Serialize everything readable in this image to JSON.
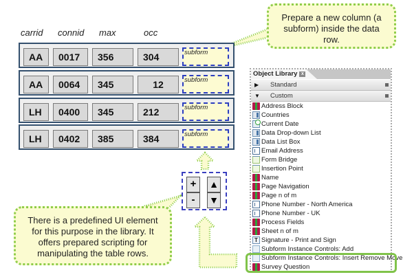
{
  "table": {
    "columns": [
      "carrid",
      "connid",
      "max",
      "occ"
    ],
    "rows": [
      {
        "carrid": "AA",
        "connid": "0017",
        "max": "356",
        "occ": "304",
        "subform_label": "subform"
      },
      {
        "carrid": "AA",
        "connid": "0064",
        "max": "345",
        "occ": "12",
        "subform_label": "subform"
      },
      {
        "carrid": "LH",
        "connid": "0400",
        "max": "345",
        "occ": "212",
        "subform_label": "subform"
      },
      {
        "carrid": "LH",
        "connid": "0402",
        "max": "385",
        "occ": "384",
        "subform_label": "subform"
      }
    ]
  },
  "callouts": {
    "top": "Prepare a new column    (a subform) inside the data row.",
    "bottom": "There is a predefined UI element for this purpose in the library. It offers prepared scripting for manipulating the table rows."
  },
  "controls": {
    "add": "+",
    "remove": "-",
    "move_up": "▲",
    "move_down": "▼"
  },
  "object_library": {
    "title": "Object Library",
    "close_glyph": "x",
    "groups": [
      {
        "label": "Standard",
        "expanded": false,
        "toggle": "▶"
      },
      {
        "label": "Custom",
        "expanded": true,
        "toggle": "▼"
      }
    ],
    "items": [
      {
        "label": "Address Block",
        "icon": "gift-icon"
      },
      {
        "label": "Countries",
        "icon": "list-icon"
      },
      {
        "label": "Current Date",
        "icon": "date-icon"
      },
      {
        "label": "Data Drop-down List",
        "icon": "list-icon"
      },
      {
        "label": "Data List Box",
        "icon": "list-icon"
      },
      {
        "label": "Email Address",
        "icon": "field-icon"
      },
      {
        "label": "Form Bridge",
        "icon": "fragment-icon"
      },
      {
        "label": "Insertion Point",
        "icon": "fragment-icon"
      },
      {
        "label": "Name",
        "icon": "gift-icon"
      },
      {
        "label": "Page Navigation",
        "icon": "gift-icon"
      },
      {
        "label": "Page n of m",
        "icon": "gift-icon"
      },
      {
        "label": "Phone Number - North America",
        "icon": "field-icon"
      },
      {
        "label": "Phone Number - UK",
        "icon": "field-icon"
      },
      {
        "label": "Process Fields",
        "icon": "gift-icon"
      },
      {
        "label": "Sheet n of m",
        "icon": "gift-icon"
      },
      {
        "label": "Signature - Print and Sign",
        "icon": "signature-icon"
      },
      {
        "label": "Subform Instance Controls: Add",
        "icon": "subform-icon"
      },
      {
        "label": "Subform Instance Controls: Insert Remove Move",
        "icon": "subform-icon",
        "highlighted": true
      },
      {
        "label": "Survey Question",
        "icon": "gift-icon",
        "highlighted": true
      }
    ],
    "highlight_color": "#80c34a"
  },
  "colors": {
    "callout_fill": "#fbfbd0",
    "callout_border": "#8fcd4a",
    "row_border": "#34506e",
    "subform_border": "#2b3dbf"
  }
}
